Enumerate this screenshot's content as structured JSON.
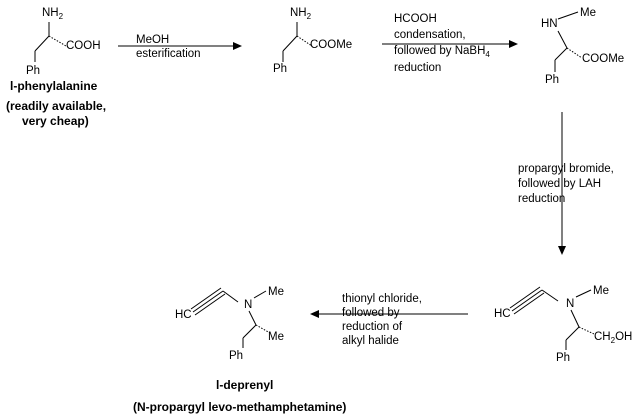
{
  "compounds": {
    "c1": {
      "nh2": "NH",
      "nh2_sub": "2",
      "acid": "COOH",
      "ph": "Ph",
      "name": "l-phenylalanine",
      "note1": "(readily available,",
      "note2": "very cheap)"
    },
    "c2": {
      "nh2": "NH",
      "nh2_sub": "2",
      "ester": "COOMe",
      "ph": "Ph"
    },
    "c3": {
      "hn": "HN",
      "me": "Me",
      "ester": "COOMe",
      "ph": "Ph"
    },
    "c4": {
      "hc": "HC",
      "n": "N",
      "me": "Me",
      "ch2oh_a": "CH",
      "ch2oh_sub": "2",
      "ch2oh_b": "OH",
      "ph": "Ph"
    },
    "c5": {
      "hc": "HC",
      "n": "N",
      "me_n": "Me",
      "me_c": "Me",
      "ph": "Ph",
      "name": "l-deprenyl",
      "full_name": "(N-propargyl levo-methamphetamine)"
    }
  },
  "steps": {
    "s1": {
      "line1": "MeOH",
      "line2": "esterification"
    },
    "s2": {
      "line1": "HCOOH",
      "line2": "condensation,",
      "line3a": "followed by NaBH",
      "line3_sub": "4",
      "line4": "reduction"
    },
    "s3": {
      "line1": "propargyl bromide,",
      "line2": "followed by LAH",
      "line3": "reduction"
    },
    "s4": {
      "line1": "thionyl chloride,",
      "line2": "followed by",
      "line3": "reduction of",
      "line4": "alkyl halide"
    }
  }
}
